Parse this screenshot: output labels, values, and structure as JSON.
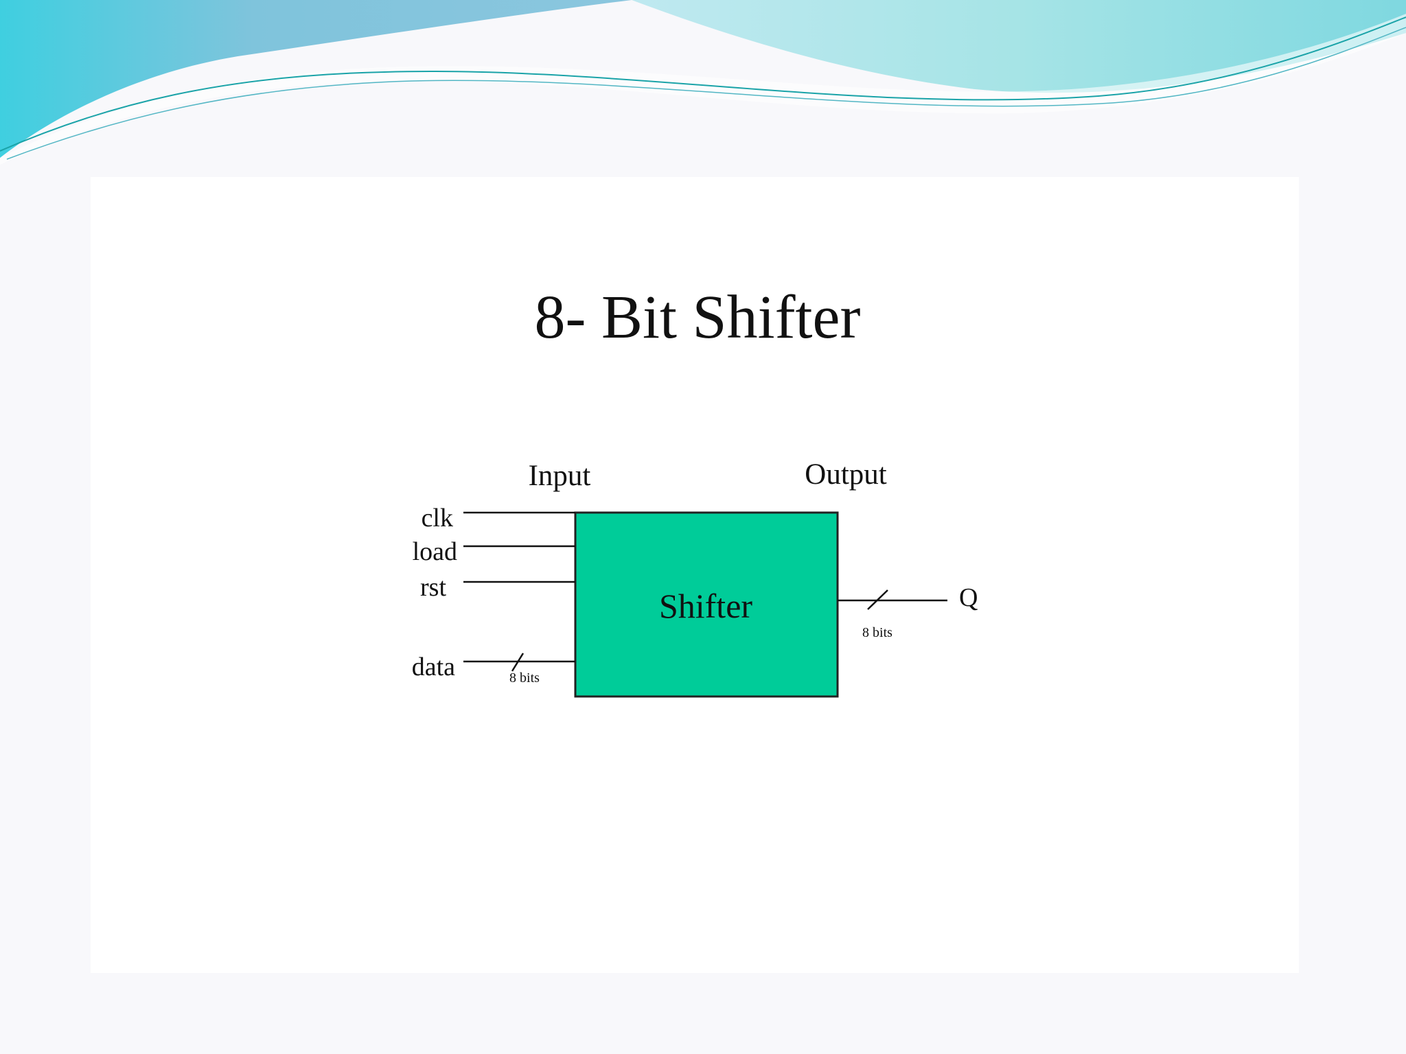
{
  "title": "8- Bit Shifter",
  "diagram": {
    "input_label": "Input",
    "output_label": "Output",
    "block_label": "Shifter",
    "block_color": "#00cc99",
    "inputs": [
      {
        "name": "clk"
      },
      {
        "name": "load"
      },
      {
        "name": "rst"
      },
      {
        "name": "data",
        "width_label": "8 bits"
      }
    ],
    "output": {
      "name": "Q",
      "width_label": "8 bits"
    }
  },
  "theme": {
    "wave_colors": [
      "#5fd3e4",
      "#8cc5dd",
      "#a8e6e0",
      "#1aa3a8"
    ]
  }
}
